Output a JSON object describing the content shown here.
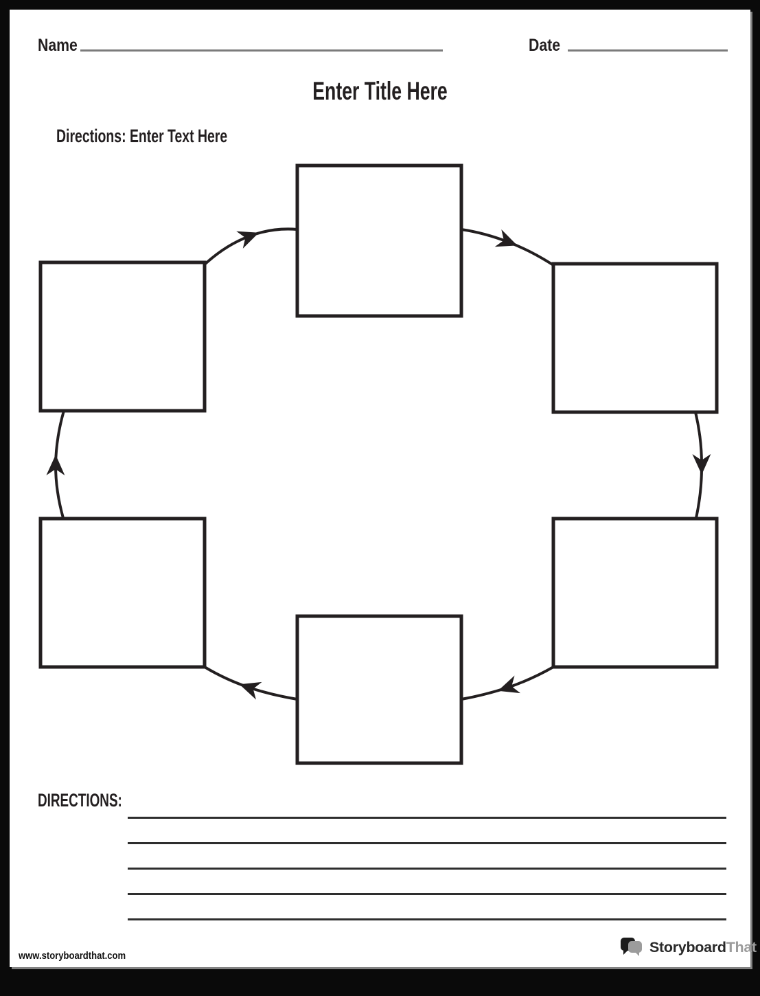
{
  "page": {
    "background": "#ffffff",
    "frame_color": "#0a0a0a",
    "ink_color": "#231f20",
    "write_line_color": "#7b7b7b"
  },
  "header": {
    "name_label": "Name",
    "date_label": "Date",
    "title_placeholder": "Enter Title Here",
    "directions_placeholder": "Directions: Enter Text Here"
  },
  "cycle": {
    "type": "cycle-diagram",
    "direction": "clockwise",
    "box_count": 6,
    "boxes": [
      {
        "position": "top-center",
        "text": ""
      },
      {
        "position": "top-right",
        "text": ""
      },
      {
        "position": "bottom-right",
        "text": ""
      },
      {
        "position": "bottom-center",
        "text": ""
      },
      {
        "position": "bottom-left",
        "text": ""
      },
      {
        "position": "top-left",
        "text": ""
      }
    ],
    "arrow_count": 6
  },
  "notes": {
    "label": "DIRECTIONS:",
    "line_count": 5
  },
  "footer": {
    "url": "www.storyboardthat.com",
    "logo_icon": "speech-bubbles-icon",
    "logo_text_primary": "Storyboard",
    "logo_text_secondary": "That",
    "logo_secondary_color": "#9c9c9c"
  }
}
